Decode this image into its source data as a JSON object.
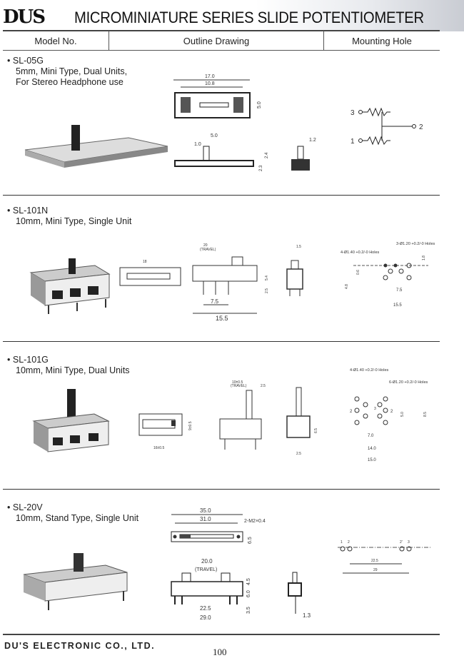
{
  "header": {
    "logo": "DUS",
    "title": "MICROMINIATURE SERIES SLIDE POTENTIOMETER"
  },
  "columns": [
    "Model No.",
    "Outline Drawing",
    "Mounting Hole"
  ],
  "products": [
    {
      "model": "SL-05G",
      "desc": [
        "5mm, Mini Type, Dual Units,",
        "For Stereo Headphone use"
      ],
      "dims": [
        "17.0",
        "10.8",
        "5.0",
        "5.0",
        "1.0",
        "2.3",
        "2.4",
        "1.2"
      ],
      "pins": [
        "3",
        "2",
        "1"
      ]
    },
    {
      "model": "SL-101N",
      "desc": [
        "10mm, Mini Type, Single Unit"
      ],
      "dims": [
        "18",
        "20",
        "(TRAVEL)",
        "7.5",
        "15.5",
        "5.4",
        "2.5",
        "1.5"
      ],
      "holes": [
        "4-Ø1.40 +0.2/-0 Holes",
        "3-Ø1.20 +0.2/-0 Holes",
        "7.5",
        "15.5",
        "4.8",
        "0.6",
        "1.8"
      ]
    },
    {
      "model": "SL-101G",
      "desc": [
        "10mm, Mini Type, Dual Units"
      ],
      "dims": [
        "16±0.5",
        "9±0.5",
        "10±0.5",
        "(TRAVEL)",
        "2.5",
        "6.5",
        "2.5"
      ],
      "holes": [
        "4-Ø1.40 +0.2/-0 Holes",
        "6-Ø1.20 +0.2/-0 Holes",
        "7.0",
        "14.0",
        "15.0",
        "5.0",
        "8.5",
        "2",
        "3"
      ]
    },
    {
      "model": "SL-20V",
      "desc": [
        "10mm, Stand Type, Single Unit"
      ],
      "dims": [
        "35.0",
        "31.0",
        "2-M2×0.4",
        "6.5",
        "20.0",
        "(TRAVEL)",
        "4.5",
        "6.0",
        "3.5",
        "22.5",
        "29.0",
        "1.3"
      ],
      "holes": [
        "1",
        "2",
        "2'",
        "3",
        "22.5",
        "29"
      ]
    }
  ],
  "footer": {
    "company": "DU'S ELECTRONIC CO., LTD.",
    "page": "100"
  }
}
